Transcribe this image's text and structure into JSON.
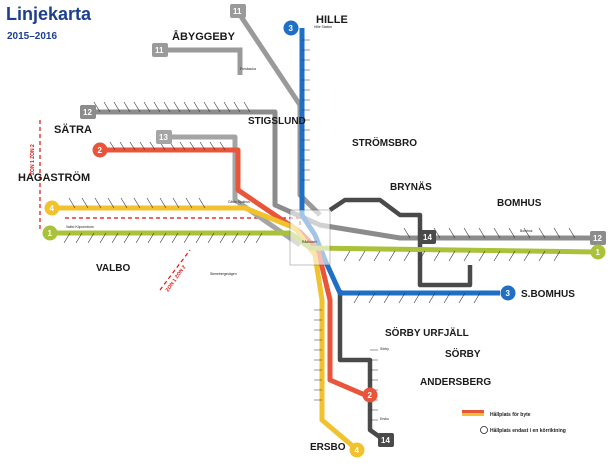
{
  "header": {
    "title": "Linjekarta",
    "subtitle": "2015–2016"
  },
  "districts": [
    {
      "id": "abyggeby",
      "name": "ÅBYGGEBY"
    },
    {
      "id": "hille",
      "name": "HILLE"
    },
    {
      "id": "satra",
      "name": "SÄTRA"
    },
    {
      "id": "stigslund",
      "name": "STIGSLUND"
    },
    {
      "id": "stromsbro",
      "name": "STRÖMSBRO"
    },
    {
      "id": "hagastrom",
      "name": "HAGASTRÖM"
    },
    {
      "id": "brynas",
      "name": "BRYNÄS"
    },
    {
      "id": "bomhus",
      "name": "BOMHUS"
    },
    {
      "id": "valbo",
      "name": "VALBO"
    },
    {
      "id": "sbomhus",
      "name": "S.BOMHUS"
    },
    {
      "id": "sorbyurfjall",
      "name": "SÖRBY URFJÄLL"
    },
    {
      "id": "sorby",
      "name": "SÖRBY"
    },
    {
      "id": "andersberg",
      "name": "ANDERSBERG"
    },
    {
      "id": "ersbo",
      "name": "ERSBO"
    }
  ],
  "lines": [
    {
      "number": "1",
      "color": "#a9c23a"
    },
    {
      "number": "2",
      "color": "#e8553b"
    },
    {
      "number": "3",
      "color": "#1f6fc4"
    },
    {
      "number": "4",
      "color": "#f2c22e"
    },
    {
      "number": "11",
      "color": "#9a9a9a"
    },
    {
      "number": "12",
      "color": "#9a9a9a"
    },
    {
      "number": "13",
      "color": "#9a9a9a"
    },
    {
      "number": "14",
      "color": "#4a4a4a"
    }
  ],
  "zones": {
    "left": "ZON 1 ZON 2",
    "bottom": "ZON 1 ZON 2"
  },
  "stops": {
    "valbo_kopcentrum": "Valbo Köpcentrum",
    "gavle_sjukhus": "Gävle Sjukhus",
    "radhuset": "Rådhuset",
    "stenebergsvagen": "Stenebergsvägen",
    "bomhus": "Bomhus",
    "hille_stn": "Hille Station",
    "forsbacka": "Forsbacka",
    "sorby": "Sörby",
    "ersbo": "Ersbo"
  },
  "legend": {
    "transfer": "Hållplats för byte",
    "night": "Hållplats endast i en körriktning"
  }
}
